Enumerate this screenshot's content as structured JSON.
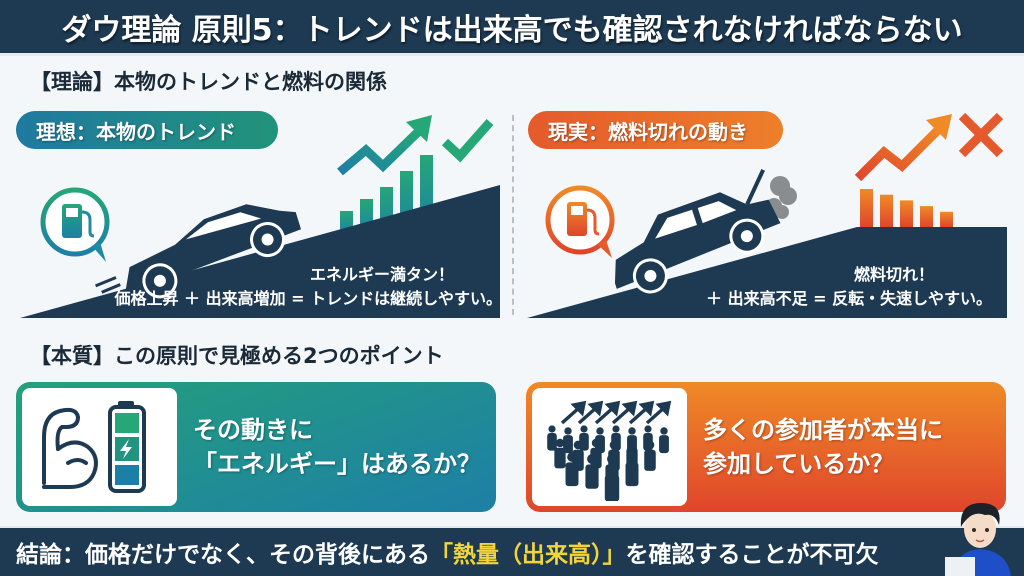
{
  "header": {
    "title": "ダウ理論 原則5：トレンドは出来高でも確認されなければならない"
  },
  "theory": {
    "section_title": "【理論】本物のトレンドと燃料の関係",
    "ideal": {
      "label": "理想：本物のトレンド",
      "line1": "エネルギー満タン！",
      "line2": "価格上昇 ＋ 出来高増加 = トレンドは継続しやすい。",
      "volume_bars": [
        0.3,
        0.45,
        0.6,
        0.8,
        1.0
      ],
      "result_icon": "check-icon",
      "fuel_icon": "fuel-pump-icon",
      "vehicle_icon": "sports-car-icon"
    },
    "reality": {
      "label": "現実：燃料切れの動き",
      "line1": "燃料切れ！",
      "line2": "＋ 出来高不足 = 反転・失速しやすい。",
      "volume_bars": [
        1.0,
        0.85,
        0.7,
        0.55,
        0.4
      ],
      "result_icon": "cross-icon",
      "fuel_icon": "fuel-pump-icon",
      "vehicle_icon": "broken-car-icon"
    }
  },
  "essence": {
    "section_title": "【本質】この原則で見極める2つのポイント",
    "cards": [
      {
        "line1": "その動きに",
        "line2": "「エネルギー」はあるか？",
        "icons": [
          "muscle-icon",
          "battery-icon"
        ]
      },
      {
        "line1": "多くの参加者が本当に",
        "line2": "参加しているか？",
        "icons": [
          "crowd-icon"
        ]
      }
    ]
  },
  "footer": {
    "prefix": "結論：価格だけでなく、その背後にある",
    "highlight": "「熱量（出来高）」",
    "suffix": "を確認することが不可欠"
  },
  "colors": {
    "navy": "#1d3a52",
    "green": "#21937a",
    "blue": "#1f7aa0",
    "orange": "#ee7f2a",
    "red": "#e0452c",
    "highlight": "#f2d53c"
  }
}
